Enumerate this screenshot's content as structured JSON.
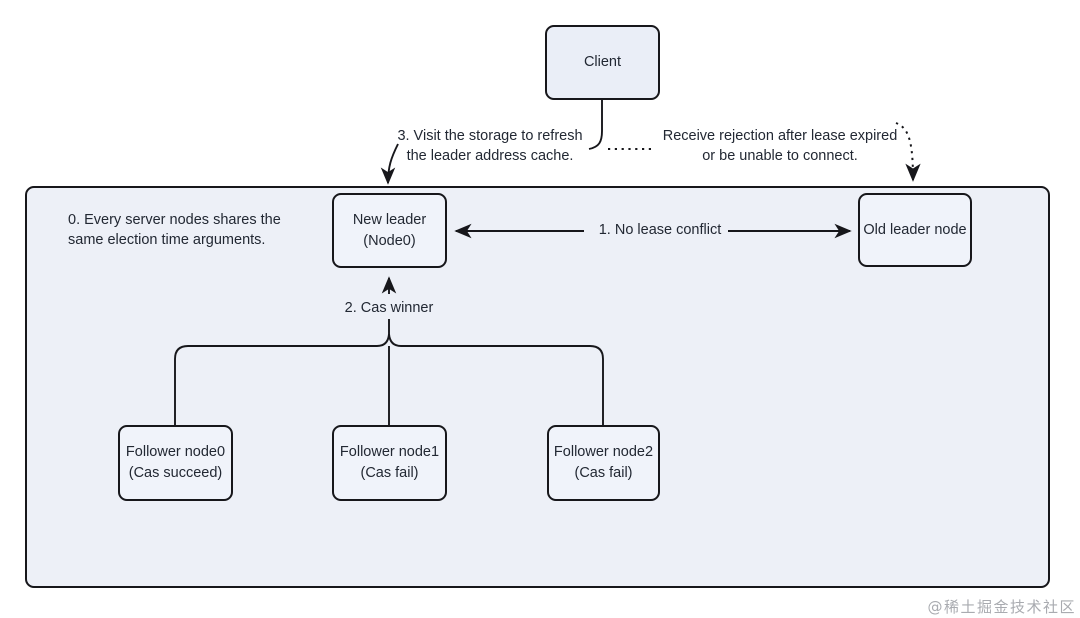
{
  "nodes": {
    "client": {
      "label": "Client"
    },
    "new_leader": {
      "line1": "New leader",
      "line2": "(Node0)"
    },
    "old_leader": {
      "label": "Old leader node"
    },
    "follower0": {
      "line1": "Follower node0",
      "line2": "(Cas succeed)"
    },
    "follower1": {
      "line1": "Follower node1",
      "line2": "(Cas fail)"
    },
    "follower2": {
      "line1": "Follower node2",
      "line2": "(Cas fail)"
    }
  },
  "labels": {
    "note_election": {
      "line1": "0. Every server nodes shares the",
      "line2": "same election time arguments."
    },
    "visit_storage": {
      "line1": "3. Visit the storage to refresh",
      "line2": "the leader address cache."
    },
    "receive_rejection": {
      "line1": "Receive rejection after lease expired",
      "line2": "or be unable to connect."
    },
    "no_lease_conflict": "1. No lease conflict",
    "cas_winner": "2. Cas winner"
  },
  "watermark": "@稀土掘金技术社区",
  "colors": {
    "container_fill": "#edf0f7",
    "node_fill": "#f0f3fa",
    "stroke": "#17171b",
    "text": "#222833",
    "watermark": "#a9abb0"
  }
}
